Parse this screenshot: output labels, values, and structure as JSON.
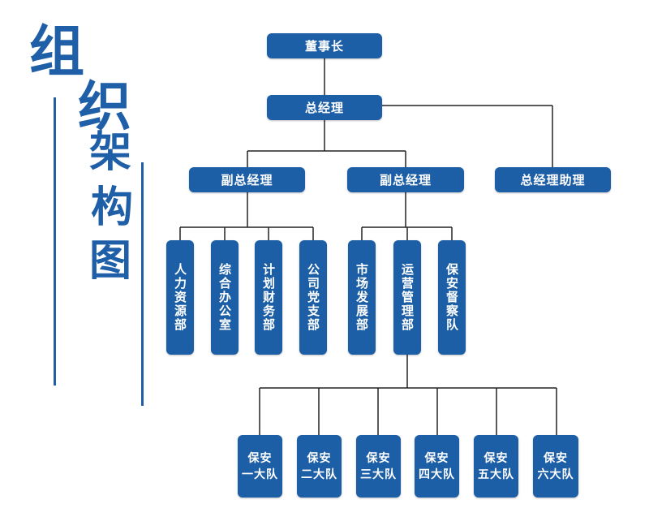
{
  "title": {
    "chars": [
      "组",
      "织",
      "架",
      "构",
      "图"
    ]
  },
  "colors": {
    "node": "#1d5fa6",
    "title": "#1f5fa8",
    "line": "#222222"
  },
  "nodes": {
    "chairman": "董事长",
    "general_manager": "总经理",
    "vice_gm_1": "副总经理",
    "vice_gm_2": "副总经理",
    "gm_assistant": "总经理助理",
    "departments": [
      "人力资源部",
      "综合办公室",
      "计划财务部",
      "公司党支部",
      "市场发展部",
      "运营管理部",
      "保安督察队"
    ],
    "teams": [
      {
        "line1": "保安",
        "line2": "一大队"
      },
      {
        "line1": "保安",
        "line2": "二大队"
      },
      {
        "line1": "保安",
        "line2": "三大队"
      },
      {
        "line1": "保安",
        "line2": "四大队"
      },
      {
        "line1": "保安",
        "line2": "五大队"
      },
      {
        "line1": "保安",
        "line2": "六大队"
      }
    ]
  }
}
